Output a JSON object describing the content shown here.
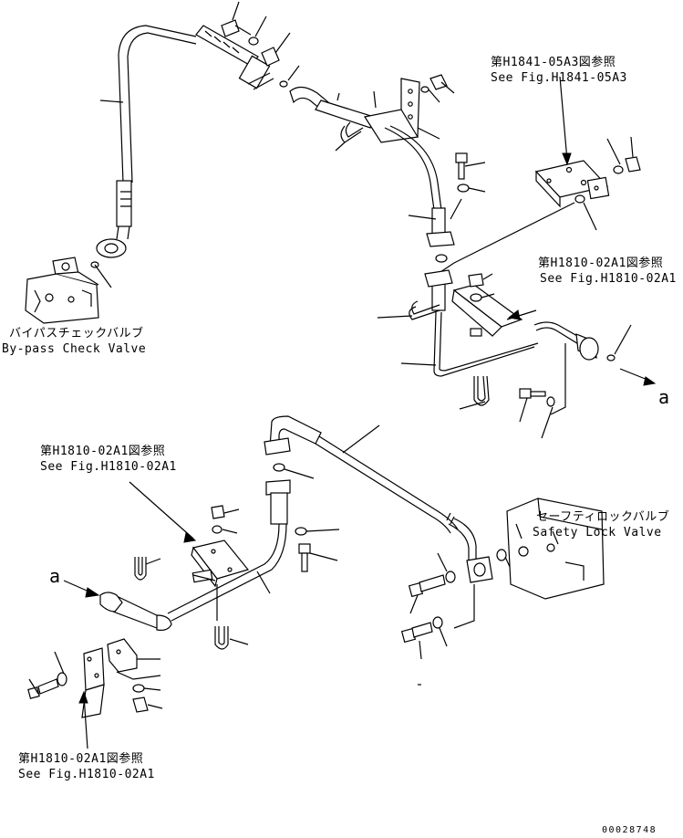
{
  "labels": {
    "bypass_jp": "バイパスチェックバルブ",
    "bypass_en": "By-pass Check Valve",
    "safety_jp": "セーフティロックバルブ",
    "safety_en": "Safety Lock Valve",
    "ref_h1841_jp": "第H1841-05A3図参照",
    "ref_h1841_en": "See Fig.H1841-05A3",
    "ref_h1810_right_jp": "第H1810-02A1図参照",
    "ref_h1810_right_en": "See Fig.H1810-02A1",
    "ref_h1810_mid_jp": "第H1810-02A1図参照",
    "ref_h1810_mid_en": "See Fig.H1810-02A1",
    "ref_h1810_bottom_jp": "第H1810-02A1図参照",
    "ref_h1810_bottom_en": "See Fig.H1810-02A1",
    "connector_right": "a",
    "connector_left": "a",
    "drawing_number": "00028748"
  }
}
